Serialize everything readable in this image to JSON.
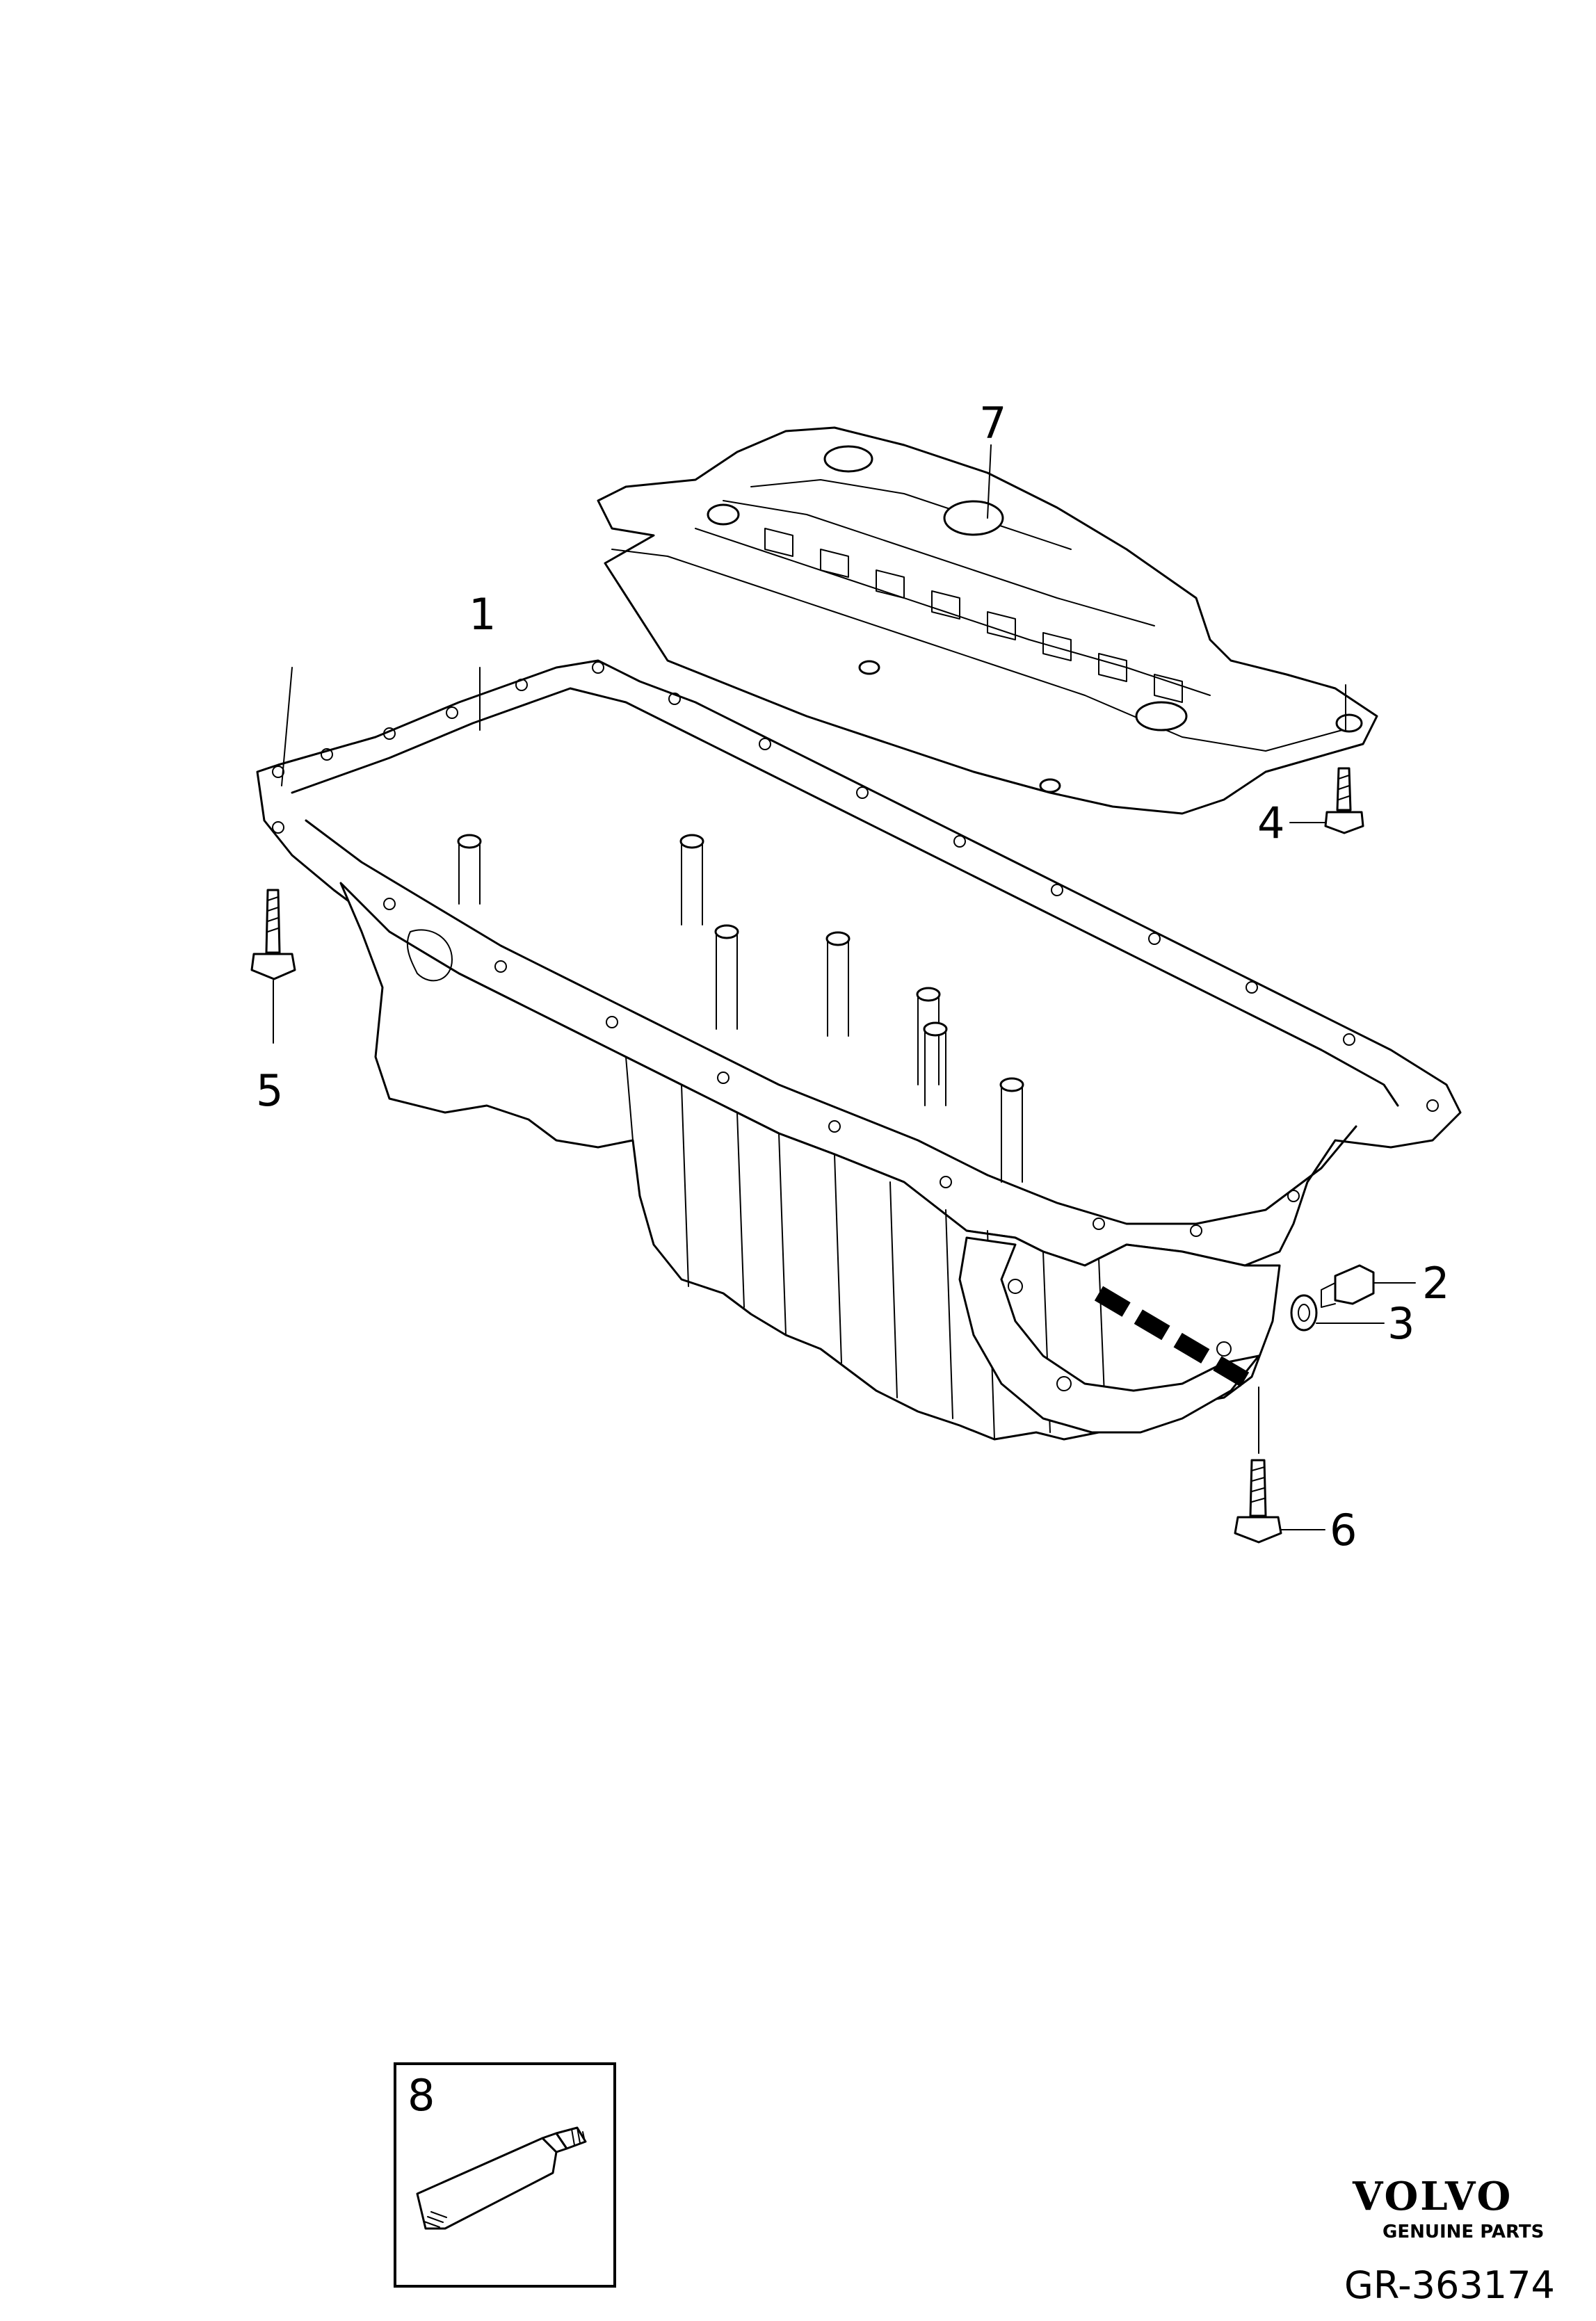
{
  "callouts": {
    "c1": "1",
    "c2": "2",
    "c3": "3",
    "c4": "4",
    "c5": "5",
    "c6": "6",
    "c7": "7",
    "c8": "8"
  },
  "brand": {
    "logo_text": "VOLVO",
    "tagline": "GENUINE PARTS"
  },
  "reference": "GR-363174"
}
